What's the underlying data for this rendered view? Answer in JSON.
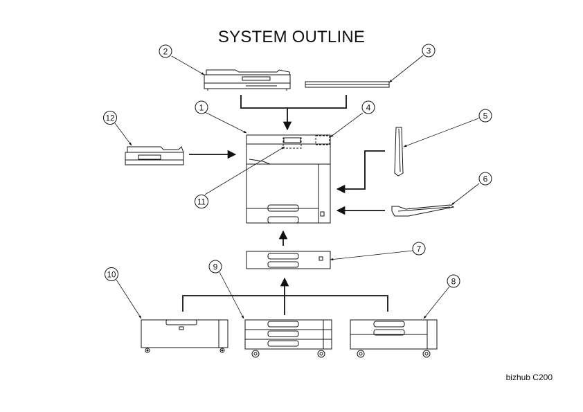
{
  "title": "SYSTEM OUTLINE",
  "model": "bizhub C200",
  "callouts": [
    "1",
    "2",
    "3",
    "4",
    "5",
    "6",
    "7",
    "8",
    "9",
    "10",
    "11",
    "12"
  ]
}
